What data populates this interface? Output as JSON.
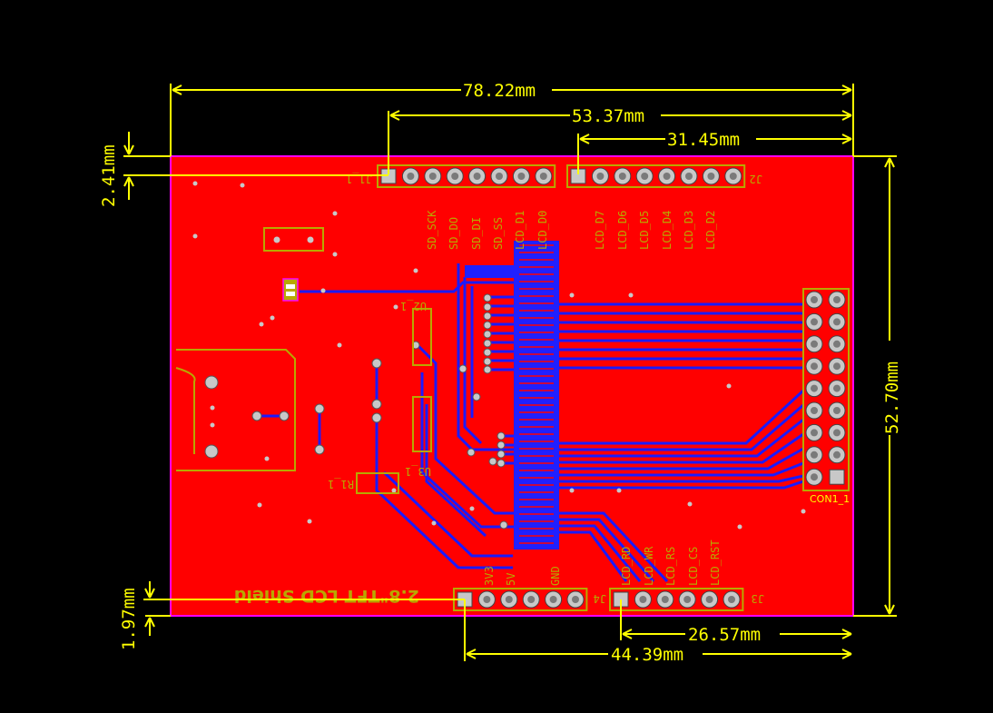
{
  "dimensions": {
    "board_width": "78.22mm",
    "j1_offset": "53.37mm",
    "j2_offset": "31.45mm",
    "top_margin": "2.41mm",
    "board_height": "52.70mm",
    "bottom_margin": "1.97mm",
    "j3_offset": "26.57mm",
    "j4_offset": "44.39mm"
  },
  "designators": {
    "j1": "J1_1",
    "j2": "J2",
    "j3": "J3",
    "j4": "J4",
    "con1": "CON1_1",
    "u2": "U2_1",
    "u3": "U3_1",
    "r1": "R1_1"
  },
  "j1_pins": [
    "SD_SCK",
    "SD_DO",
    "SD_DI",
    "SD_SS",
    "LCD_D1",
    "LCD_D0"
  ],
  "j2_pins": [
    "LCD_D7",
    "LCD_D6",
    "LCD_D5",
    "LCD_D4",
    "LCD_D3",
    "LCD_D2"
  ],
  "j3_pins": [
    "LCD_RST",
    "LCD_CS",
    "LCD_RS",
    "LCD_WR",
    "LCD_RD"
  ],
  "j4_pins": [
    "GND",
    "5V",
    "3V3"
  ],
  "board_title": "2.8\"TFT LCD Shield",
  "colors": {
    "board": "#ff0000",
    "outline": "#ff00ff",
    "dimension": "#ffff00",
    "trace_bottom": "#2020ff",
    "silkscreen": "#b8a800",
    "pad": "#c8c8c8"
  }
}
